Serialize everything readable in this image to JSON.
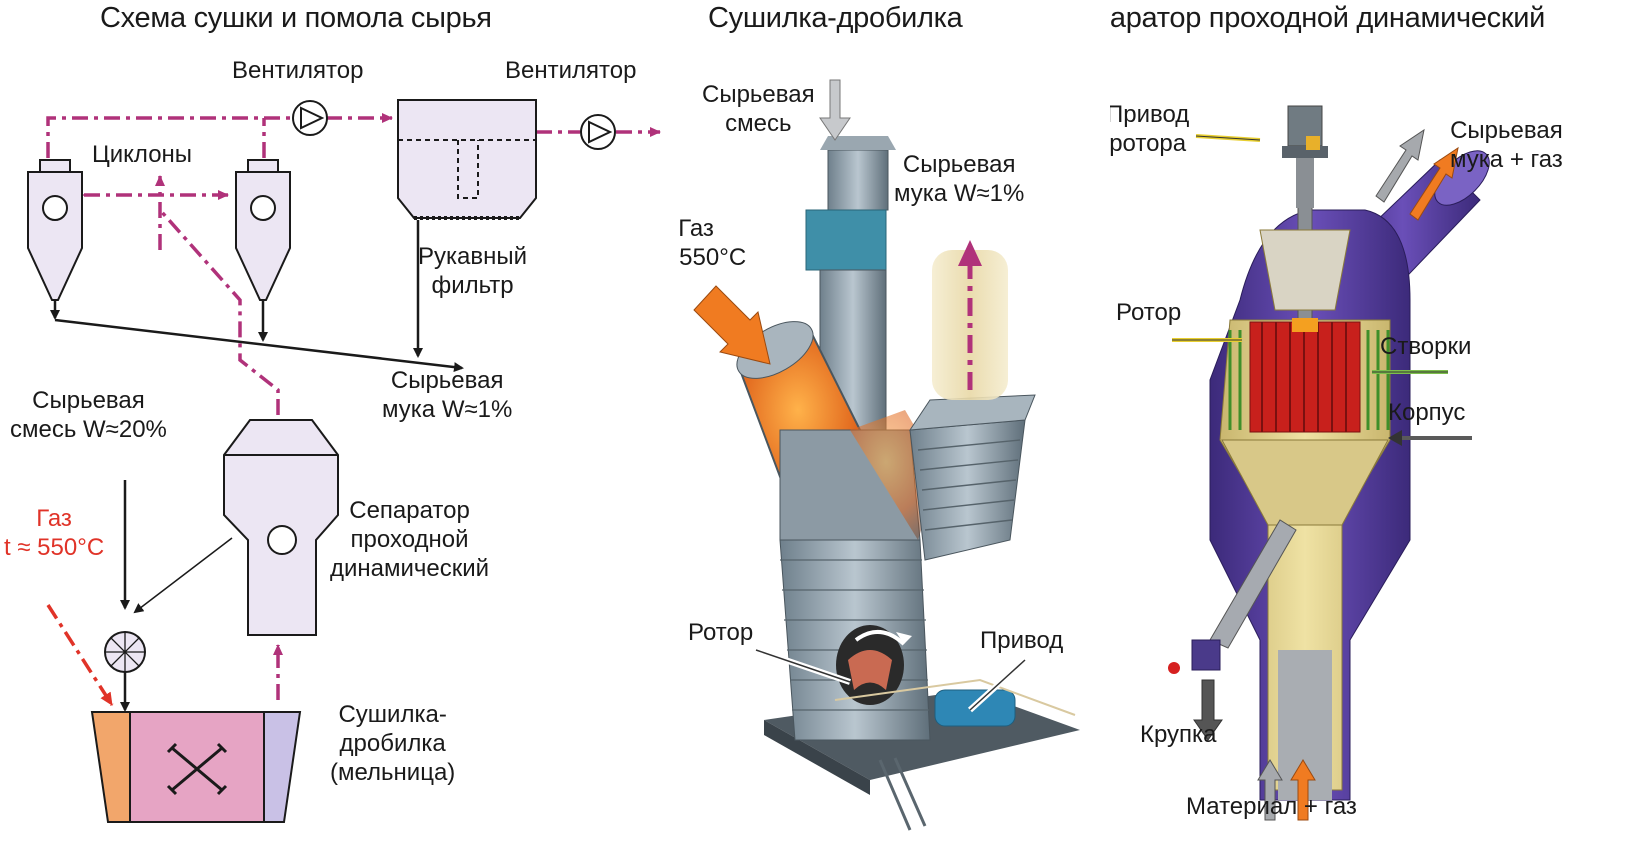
{
  "panels": {
    "scheme": {
      "title": "Схема сушки и помола сырья",
      "labels": {
        "fan1": "Вентилятор",
        "fan2": "Вентилятор",
        "cyclones": "Циклоны",
        "bag_filter": [
          "Рукавный",
          "фильтр"
        ],
        "product": [
          "Сырьевая",
          "мука W≈1%"
        ],
        "feed": [
          "Сырьевая",
          "смесь W≈20%"
        ],
        "gas": [
          "Газ",
          "t ≈ 550°C"
        ],
        "separator": [
          "Сепаратор",
          "проходной",
          "динамический"
        ],
        "dryer": [
          "Сушилка-",
          "дробилка",
          "(мельница)"
        ]
      }
    },
    "dryer_crusher": {
      "title": "Сушилка-дробилка",
      "labels": {
        "feed": [
          "Сырьевая",
          "смесь"
        ],
        "product": [
          "Сырьевая",
          "мука W≈1%"
        ],
        "gas": [
          "Газ",
          "t ≈ 550°C"
        ],
        "rotor": "Ротор",
        "drive": "Привод"
      }
    },
    "separator": {
      "title": "Сепаратор проходной динамический",
      "labels": {
        "rotor_drive": [
          "Привод",
          "ротора"
        ],
        "output": [
          "Сырьевая",
          "мука + газ"
        ],
        "rotor": "Ротор",
        "flaps": "Створки",
        "housing": "Корпус",
        "grits": "Крупка",
        "input": "Материал + газ"
      }
    }
  },
  "colors": {
    "line": "#1a1a1a",
    "gas_flow": "#b0327a",
    "gas_label": "#e03328",
    "apparatus_fill": "#e8e0f0",
    "dryer_fill": "#e6a4c4",
    "hot_gas": "#f07b21",
    "separator_housing": "#5a3f9e",
    "separator_body": "#e9d98f",
    "rotor": "#c8201c",
    "flaps": "#3f8f2a",
    "steel": "#8a9aa6"
  }
}
